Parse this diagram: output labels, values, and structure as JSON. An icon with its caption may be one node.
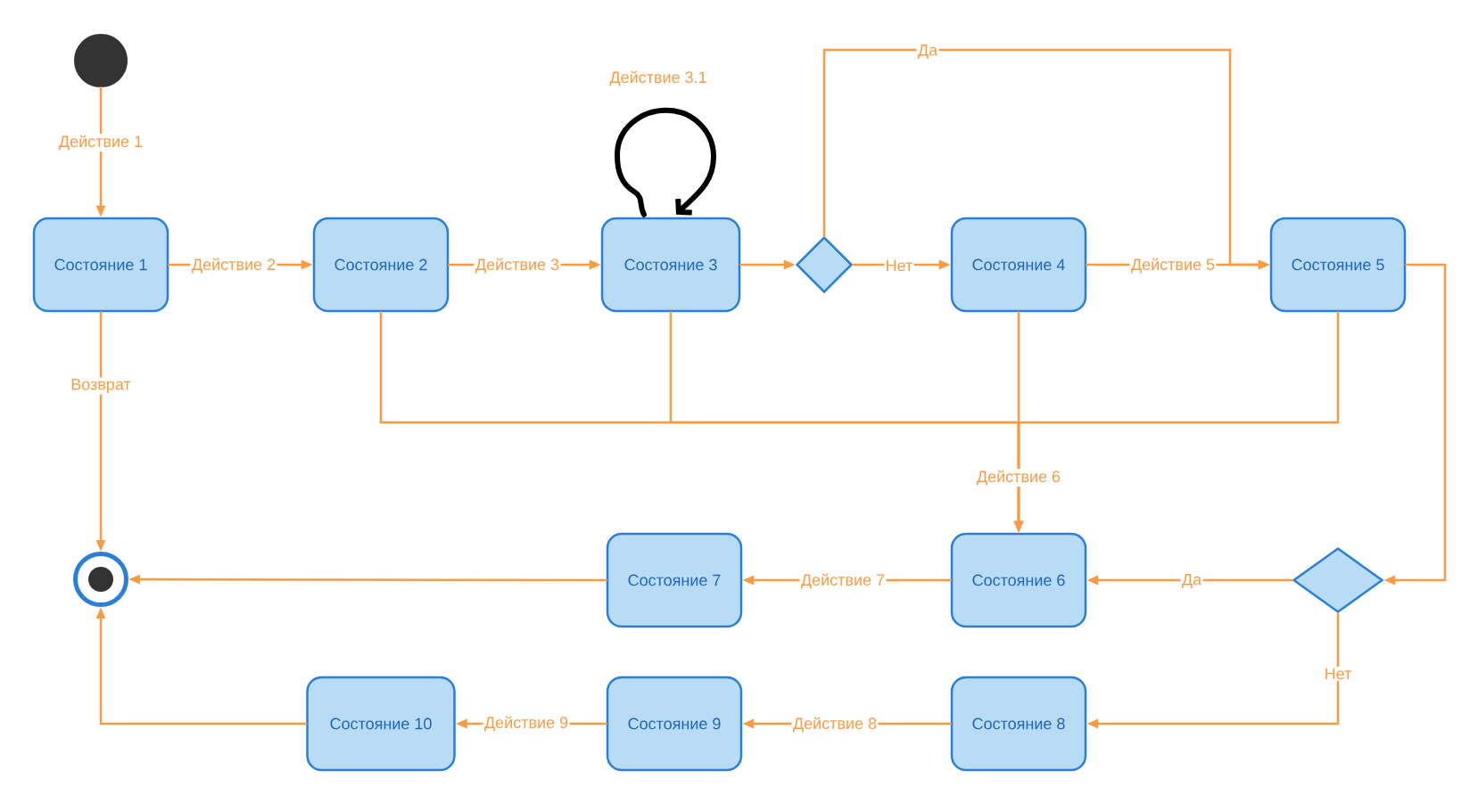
{
  "diagram": {
    "nodes": [
      {
        "text": [],
        "shape": "circle"
      },
      {
        "text": [
          "Состояние 1"
        ]
      },
      {
        "text": [
          "Состояние 2"
        ]
      },
      {
        "text": [
          "Состояние 3"
        ]
      },
      {
        "text": [],
        "shape": "diamond"
      },
      {
        "text": [
          "Состояние 4"
        ]
      },
      {
        "text": [
          "Состояние 5"
        ]
      },
      {
        "text": [],
        "shape": "diamond"
      },
      {
        "text": [
          "Состояние 6"
        ]
      },
      {
        "text": [
          "Состояние 7"
        ]
      },
      {
        "text": [],
        "shape": "bullseye"
      },
      {
        "text": [
          "Состояние 8"
        ]
      },
      {
        "text": [
          "Состояние 9"
        ]
      },
      {
        "text": [
          "Состояние 10"
        ]
      }
    ],
    "edges": [
      {
        "from": 0,
        "to": 1,
        "arrow": "to",
        "label": "Действие 1"
      },
      {
        "from": 1,
        "to": 2,
        "arrow": "to",
        "label": "Действие 2"
      },
      {
        "from": 2,
        "to": 3,
        "arrow": "to",
        "label": "Действие 3"
      },
      {
        "from": 3,
        "to": 3,
        "arrow": "to",
        "label": "Действие 3.1",
        "style": "thick",
        "color": "#000000"
      },
      {
        "from": 3,
        "to": 4,
        "arrow": "to"
      },
      {
        "from": 4,
        "to": 5,
        "arrow": "to",
        "label": "Нет"
      },
      {
        "from": 4,
        "to": 6,
        "arrow": "to",
        "label": "Да"
      },
      {
        "from": 5,
        "to": 6,
        "arrow": "to",
        "label": "Действие 5"
      },
      {
        "from": 2,
        "to": 8,
        "arrow": "to"
      },
      {
        "from": 3,
        "to": 8,
        "arrow": "to"
      },
      {
        "from": 5,
        "to": 8,
        "arrow": "to",
        "label": "Действие 6"
      },
      {
        "from": 6,
        "to": 8,
        "arrow": "to"
      },
      {
        "from": 6,
        "to": 7,
        "arrow": "to"
      },
      {
        "from": 7,
        "to": 8,
        "arrow": "to",
        "label": "Да"
      },
      {
        "from": 8,
        "to": 9,
        "arrow": "to",
        "label": "Действие 7"
      },
      {
        "from": 9,
        "to": 10,
        "arrow": "to"
      },
      {
        "from": 1,
        "to": 10,
        "arrow": "to",
        "label": "Возврат"
      },
      {
        "from": 7,
        "to": 11,
        "arrow": "to",
        "label": "Нет"
      },
      {
        "from": 11,
        "to": 12,
        "arrow": "to",
        "label": "Действие 8"
      },
      {
        "from": 12,
        "to": 13,
        "arrow": "to",
        "label": "Действие 9"
      },
      {
        "from": 13,
        "to": 10,
        "arrow": "to"
      }
    ]
  }
}
